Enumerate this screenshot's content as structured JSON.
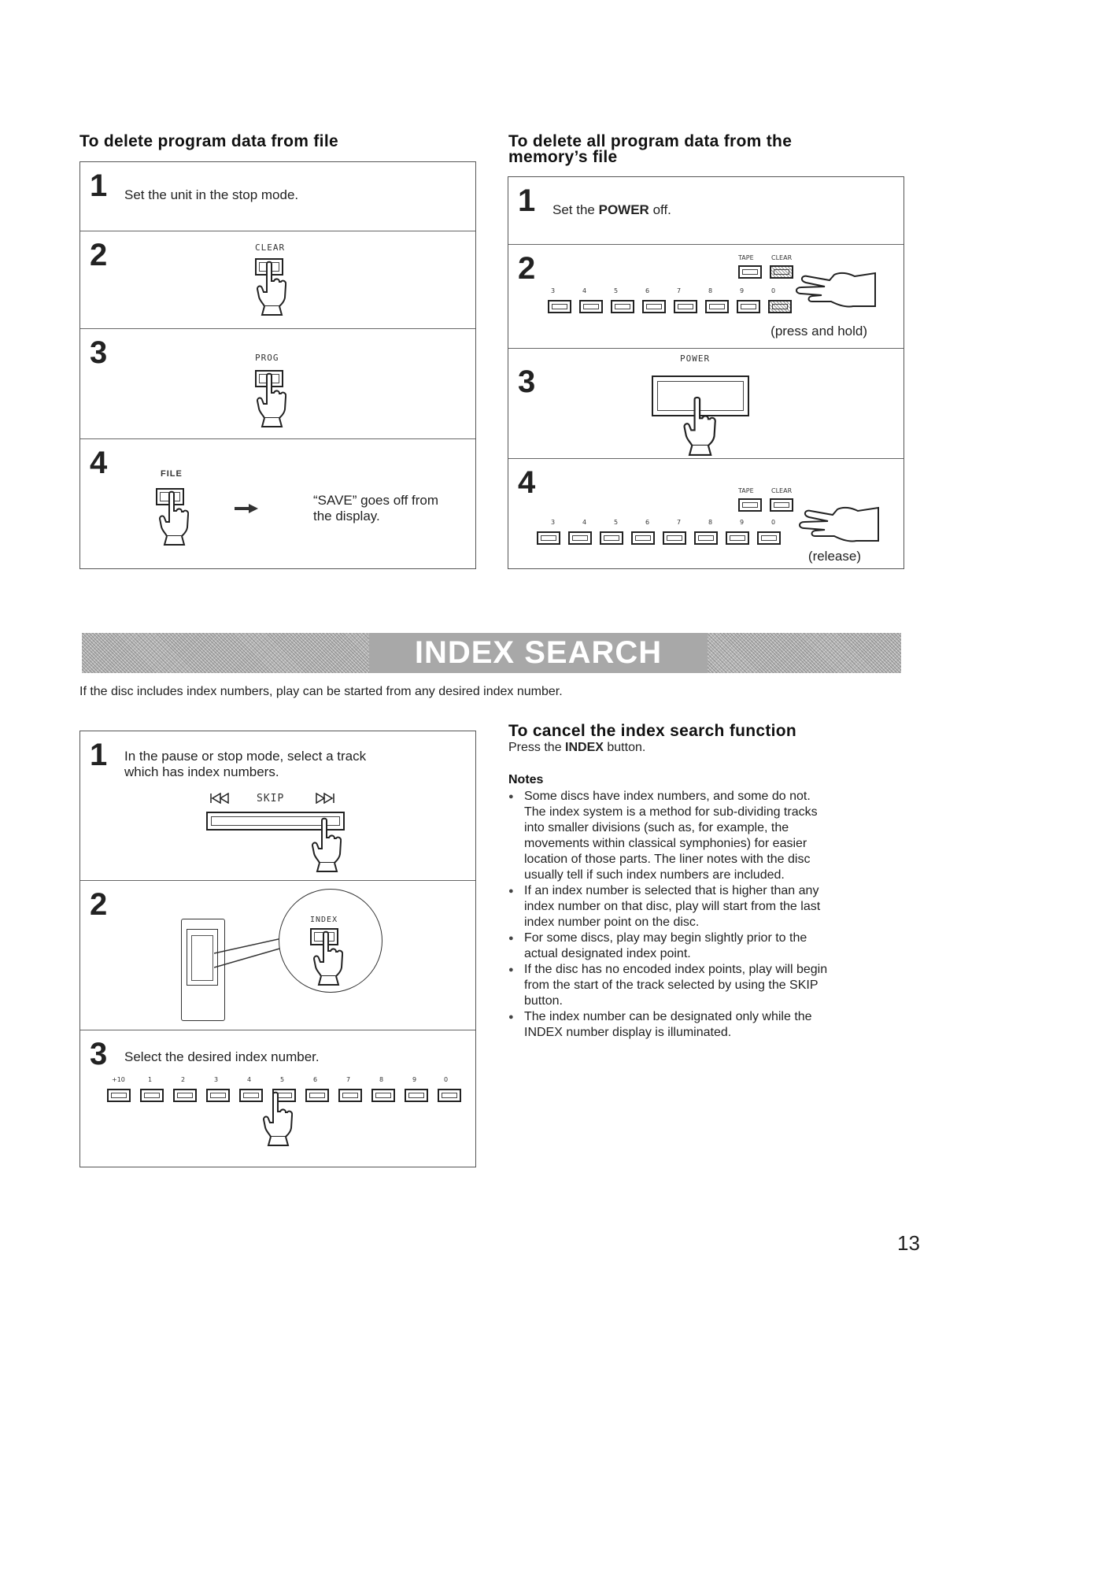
{
  "left_section": {
    "title": "To delete program data from file",
    "steps": [
      {
        "num": "1",
        "text": "Set the unit in the stop mode."
      },
      {
        "num": "2",
        "label": "CLEAR"
      },
      {
        "num": "3",
        "label": "PROG"
      },
      {
        "num": "4",
        "label": "FILE",
        "text": "“SAVE” goes off from the display."
      }
    ]
  },
  "right_section": {
    "title_line1": "To delete all program data from the",
    "title_line2": "memory’s file",
    "steps": [
      {
        "num": "1",
        "text_pre": "Set the ",
        "text_bold": "POWER",
        "text_post": " off."
      },
      {
        "num": "2",
        "label_tape": "TAPE",
        "label_clear": "CLEAR",
        "caption": "(press and hold)"
      },
      {
        "num": "3",
        "label": "POWER"
      },
      {
        "num": "4",
        "label_tape": "TAPE",
        "label_clear": "CLEAR",
        "caption": "(release)"
      }
    ],
    "keypad_digits": [
      "3",
      "4",
      "5",
      "6",
      "7",
      "8",
      "9",
      "0"
    ]
  },
  "banner": {
    "title": "INDEX SEARCH"
  },
  "intro": "If the disc includes index numbers, play can be started from any desired index number.",
  "index_steps": [
    {
      "num": "1",
      "text_line1": "In the pause or stop mode, select a track",
      "text_line2": "which has index numbers.",
      "label": "SKIP"
    },
    {
      "num": "2",
      "label": "INDEX"
    },
    {
      "num": "3",
      "text": "Select the desired index number."
    }
  ],
  "index_keypad_digits": [
    "+10",
    "1",
    "2",
    "3",
    "4",
    "5",
    "6",
    "7",
    "8",
    "9",
    "0"
  ],
  "cancel": {
    "title": "To cancel the index search function",
    "text_pre": "Press the ",
    "text_bold": "INDEX",
    "text_post": " button."
  },
  "notes": {
    "heading": "Notes",
    "items": [
      [
        "Some discs have index numbers, and some do not.",
        "The index system is a method for sub-dividing tracks",
        "into smaller divisions (such as, for example, the",
        "movements within classical symphonies) for easier",
        "location of those parts. The liner notes with the disc",
        "usually tell if such index numbers are included."
      ],
      [
        "If an index number is selected that is higher than any",
        "index number on that disc, play will start from the last",
        "index number point on the disc."
      ],
      [
        "For some discs, play may begin slightly prior to the",
        "actual designated index point."
      ],
      [
        "If the disc has no encoded index points, play will begin",
        "from the start of the track selected by using the SKIP",
        "button."
      ],
      [
        "The index number can be designated only while the",
        "INDEX number display is illuminated."
      ]
    ]
  },
  "page_number": "13"
}
